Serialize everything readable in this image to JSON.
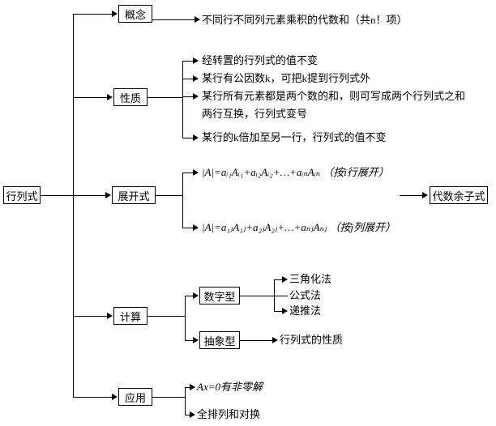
{
  "root_label": "行列式",
  "concept": {
    "label": "概念",
    "leaf": "不同行不同列元素乘积的代数和（共n！项）"
  },
  "properties": {
    "label": "性质",
    "items": [
      "经转置的行列式的值不变",
      "某行有公因数k，可把k提到行列式外",
      "某行所有元素都是两个数的和，则可写成两个行列式之和",
      "两行互换，行列式变号",
      "某行的k倍加至另一行，行列式的值不变"
    ]
  },
  "expansion": {
    "label": "展开式",
    "row_formula": "|A|=aᵢ₁Aᵢ₁+aᵢ₂Aᵢ₂+…+aᵢₙAᵢₙ （按i行展开）",
    "col_formula": "|A|=a₁ⱼA₁ⱼ+a₂ⱼA₂ⱼ+…+aₙⱼAₙⱼ （按j列展开）",
    "cofactor_label": "代数余子式"
  },
  "calculation": {
    "label": "计算",
    "numeric": {
      "label": "数字型",
      "methods": [
        "三角化法",
        "公式法",
        "递推法"
      ]
    },
    "abstract": {
      "label": "抽象型",
      "leaf": "行列式的性质"
    }
  },
  "application": {
    "label": "应用",
    "items": [
      "Ax=0有非零解",
      "全排列和对换"
    ]
  },
  "colors": {
    "background": "#ffffff",
    "line": "#000000",
    "text": "#000000"
  }
}
